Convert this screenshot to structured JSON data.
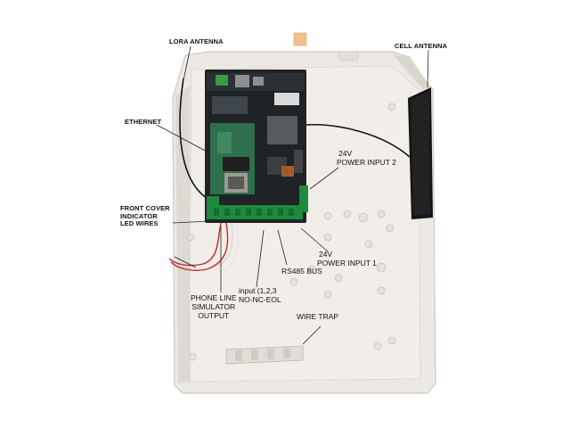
{
  "labels": {
    "lora_antenna": "LORA ANTENNA",
    "cell_antenna": "CELL ANTENNA",
    "ethernet": "ETHERNET",
    "front_cover_line1": "FRONT COVER",
    "front_cover_line2": "INDICATOR",
    "front_cover_line3": "LED WIRES",
    "power_input_2_line1": "24V",
    "power_input_2_line2": "POWER INPUT 2",
    "power_input_1_line1": "24V",
    "power_input_1_line2": "POWER INPUT 1",
    "rs485_bus": "RS485 BUS",
    "phone_line_1": "PHONE LINE",
    "phone_line_2": "SIMULATOR",
    "phone_line_3": "OUTPUT",
    "input_line1": "input (1,2,3",
    "input_line2": "NO-NC-EOL",
    "wire_trap": "WIRE TRAP"
  },
  "colors": {
    "enclosure": "#ece9e4",
    "enclosure_shadow": "#d6d2cb",
    "pcb": "#1f2326",
    "ethernet_module": "#2e6f4e",
    "terminal_block": "#1e8a3c",
    "antenna": "#111111",
    "wire_red": "#c0282d"
  }
}
